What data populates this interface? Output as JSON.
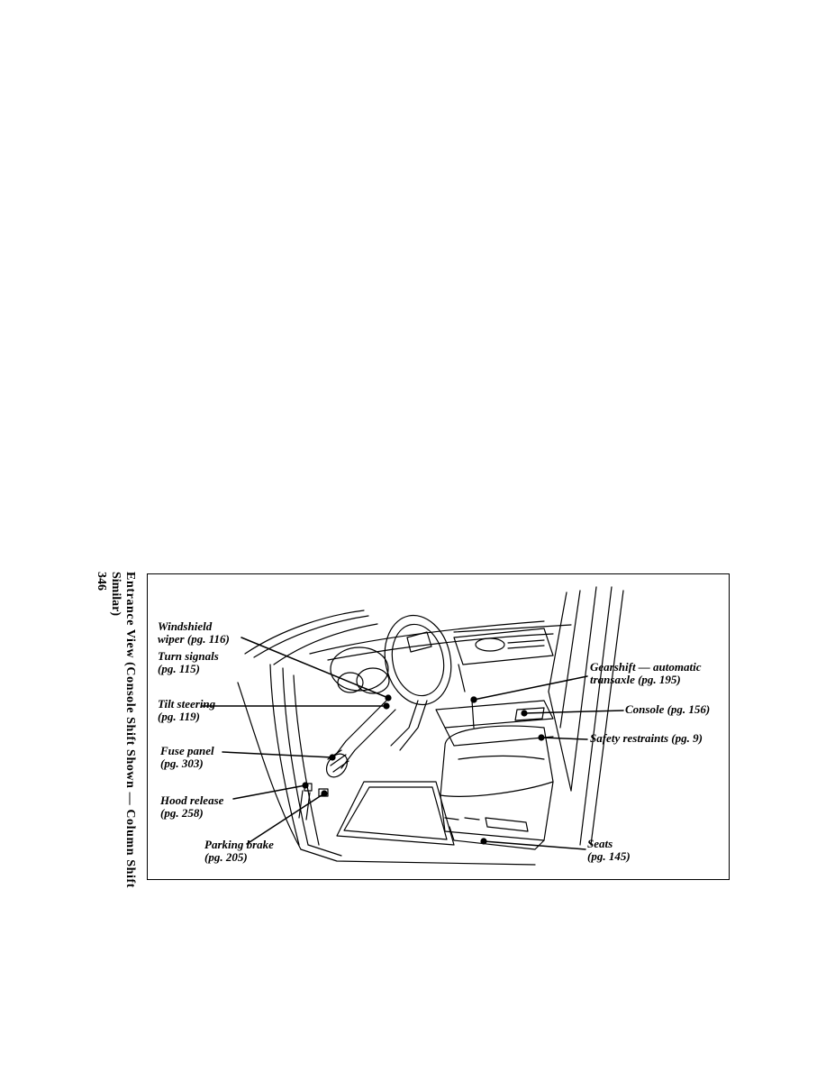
{
  "caption": {
    "line1": "Entrance View (Console Shift Shown — Column Shift",
    "line2": "Similar)"
  },
  "page_number": "346",
  "callouts": {
    "windshield_wiper": {
      "line1": "Windshield",
      "line2": "wiper (pg. 116)"
    },
    "turn_signals": {
      "line1": "Turn signals",
      "line2": "(pg. 115)"
    },
    "tilt_steering": {
      "line1": "Tilt steering",
      "line2": "(pg. 119)"
    },
    "fuse_panel": {
      "line1": "Fuse panel",
      "line2": "(pg. 303)"
    },
    "hood_release": {
      "line1": "Hood release",
      "line2": "(pg. 258)"
    },
    "parking_brake": {
      "line1": "Parking brake",
      "line2": "(pg. 205)"
    },
    "gearshift": {
      "line1": "Gearshift — automatic",
      "line2": "transaxle (pg. 195)"
    },
    "console": {
      "line1": "Console (pg. 156)"
    },
    "safety_restraints": {
      "line1": "Safety restraints (pg. 9)"
    },
    "seats": {
      "line1": "Seats",
      "line2": "(pg. 145)"
    }
  }
}
